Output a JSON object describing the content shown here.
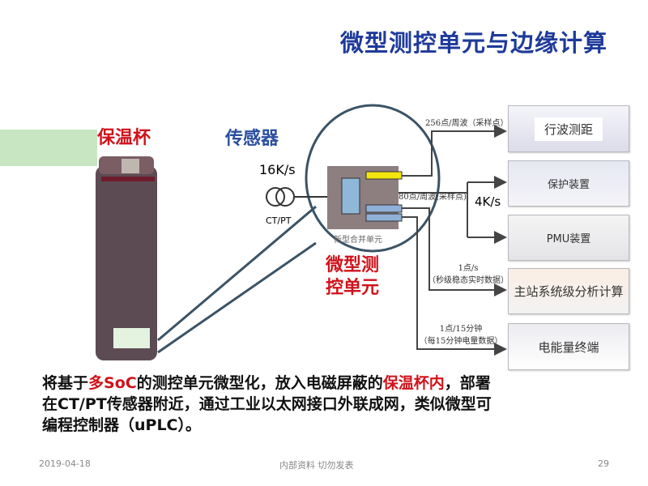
{
  "title": "微型测控单元与边缘计算",
  "labels": {
    "thermos": "保温杯",
    "sensor": "传感器",
    "rate_in": "16K/s",
    "ctpt": "CT/PT",
    "device": "新型合并单元",
    "micro_unit_1": "微型测",
    "micro_unit_2": "控单元",
    "rate_4k": "4K/s"
  },
  "links": [
    {
      "line1": "256点/周波（采样点）",
      "line2": ""
    },
    {
      "line1": "80点/周波(采样点)",
      "line2": ""
    },
    {
      "line1": "1点/s",
      "line2": "（秒级稳态实时数据）"
    },
    {
      "line1": "1点/15分钟",
      "line2": "（每15分钟电量数据）"
    }
  ],
  "boxes": [
    "行波测距",
    "保护装置",
    "PMU装置",
    "主站系统级分析计算",
    "电能量终端"
  ],
  "body": {
    "p1": "将基于",
    "h1": "多SoC",
    "p2": "的测控单元微型化，放入电磁屏蔽的",
    "h2": "保温杯内",
    "p3": "，部署在CT/PT传感器附近，通过工业以太网接口外联成网，类似微型可编程控制器（uPLC）。"
  },
  "footer": {
    "date": "2019-04-18",
    "note": "内部资料 切勿发表",
    "page": "29"
  }
}
